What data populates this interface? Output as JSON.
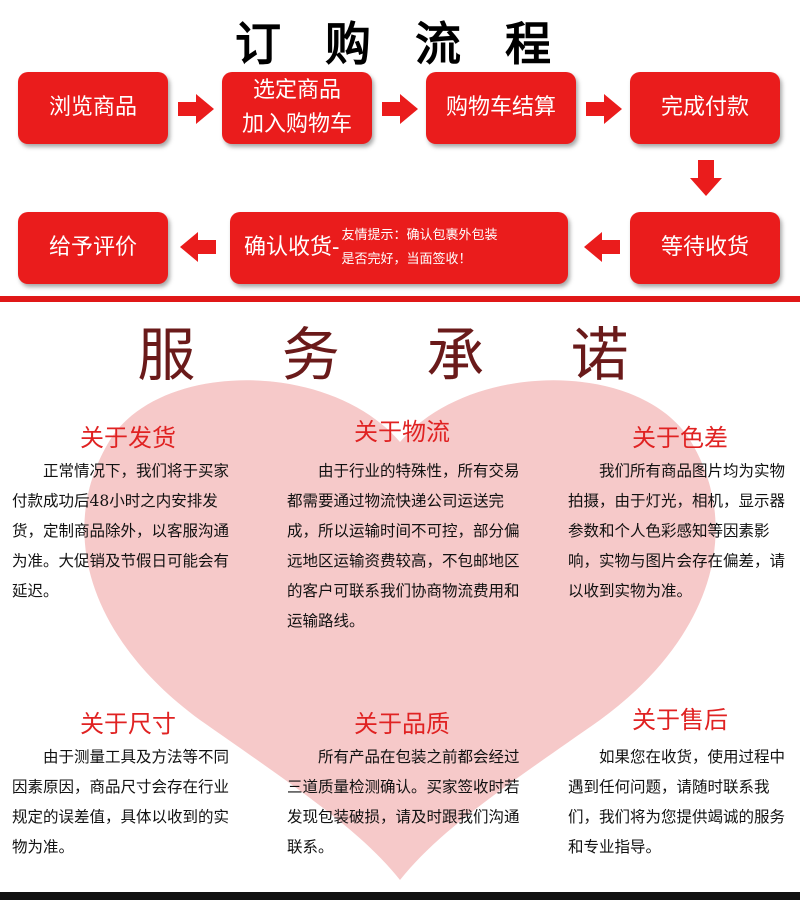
{
  "order_flow": {
    "title": "订 购 流 程",
    "steps": [
      {
        "label": "浏览商品"
      },
      {
        "label_line1": "选定商品",
        "label_line2": "加入购物车"
      },
      {
        "label": "购物车结算"
      },
      {
        "label": "完成付款"
      },
      {
        "label": "等待收货"
      },
      {
        "label": "确认收货-",
        "tip_line1": "友情提示：确认包裹外包装",
        "tip_line2": "是否完好，当面签收！"
      },
      {
        "label": "给予评价"
      }
    ]
  },
  "service": {
    "title": "服 务 承 诺",
    "sections": [
      {
        "title": "关于发货",
        "body": "正常情况下，我们将于买家付款成功后48小时之内安排发货，定制商品除外，以客服沟通为准。大促销及节假日可能会有延迟。"
      },
      {
        "title": "关于物流",
        "body": "由于行业的特殊性，所有交易都需要通过物流快递公司运送完成，所以运输时间不可控，部分偏远地区运输资费较高，不包邮地区的客户可联系我们协商物流费用和运输路线。"
      },
      {
        "title": "关于色差",
        "body": "我们所有商品图片均为实物拍摄，由于灯光，相机，显示器参数和个人色彩感知等因素影响，实物与图片会存在偏差，请以收到实物为准。"
      },
      {
        "title": "关于尺寸",
        "body": "由于测量工具及方法等不同因素原因，商品尺寸会存在行业规定的误差值，具体以收到的实物为准。"
      },
      {
        "title": "关于品质",
        "body": "所有产品在包装之前都会经过三道质量检测确认。买家签收时若发现包装破损，请及时跟我们沟通联系。"
      },
      {
        "title": "关于售后",
        "body": "如果您在收货，使用过程中遇到任何问题，请随时联系我们，我们将为您提供竭诚的服务和专业指导。"
      }
    ]
  },
  "colors": {
    "accent_red": "#ea1c1c",
    "heart_pink": "#f6c9c9",
    "title_dark_red": "#6a1a1a"
  }
}
